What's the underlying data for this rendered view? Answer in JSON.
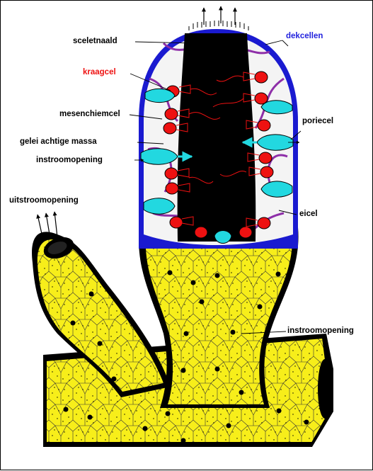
{
  "labels": {
    "sceletnaald": "sceletnaald",
    "dekcellen": "dekcellen",
    "kraagcel": "kraagcel",
    "mesenchiemcel": "mesenchiemcel",
    "poriecel": "poriecel",
    "gelei_achtige_massa": "gelei achtige massa",
    "instroomopening_1": "instroomopening",
    "uitstroomopening": "uitstroomopening",
    "eicel": "eicel",
    "instroomopening_2": "instroomopening"
  },
  "colors": {
    "body": "#f7ee1a",
    "outline": "#000000",
    "cavity": "#000000",
    "epidermis": "#1a1ad0",
    "mesohyl": "#8e2fa8",
    "collar_cell": "#ee1111",
    "pore_cell": "#22d8e0",
    "label_blue": "#2222dd",
    "label_red": "#ee1111"
  }
}
